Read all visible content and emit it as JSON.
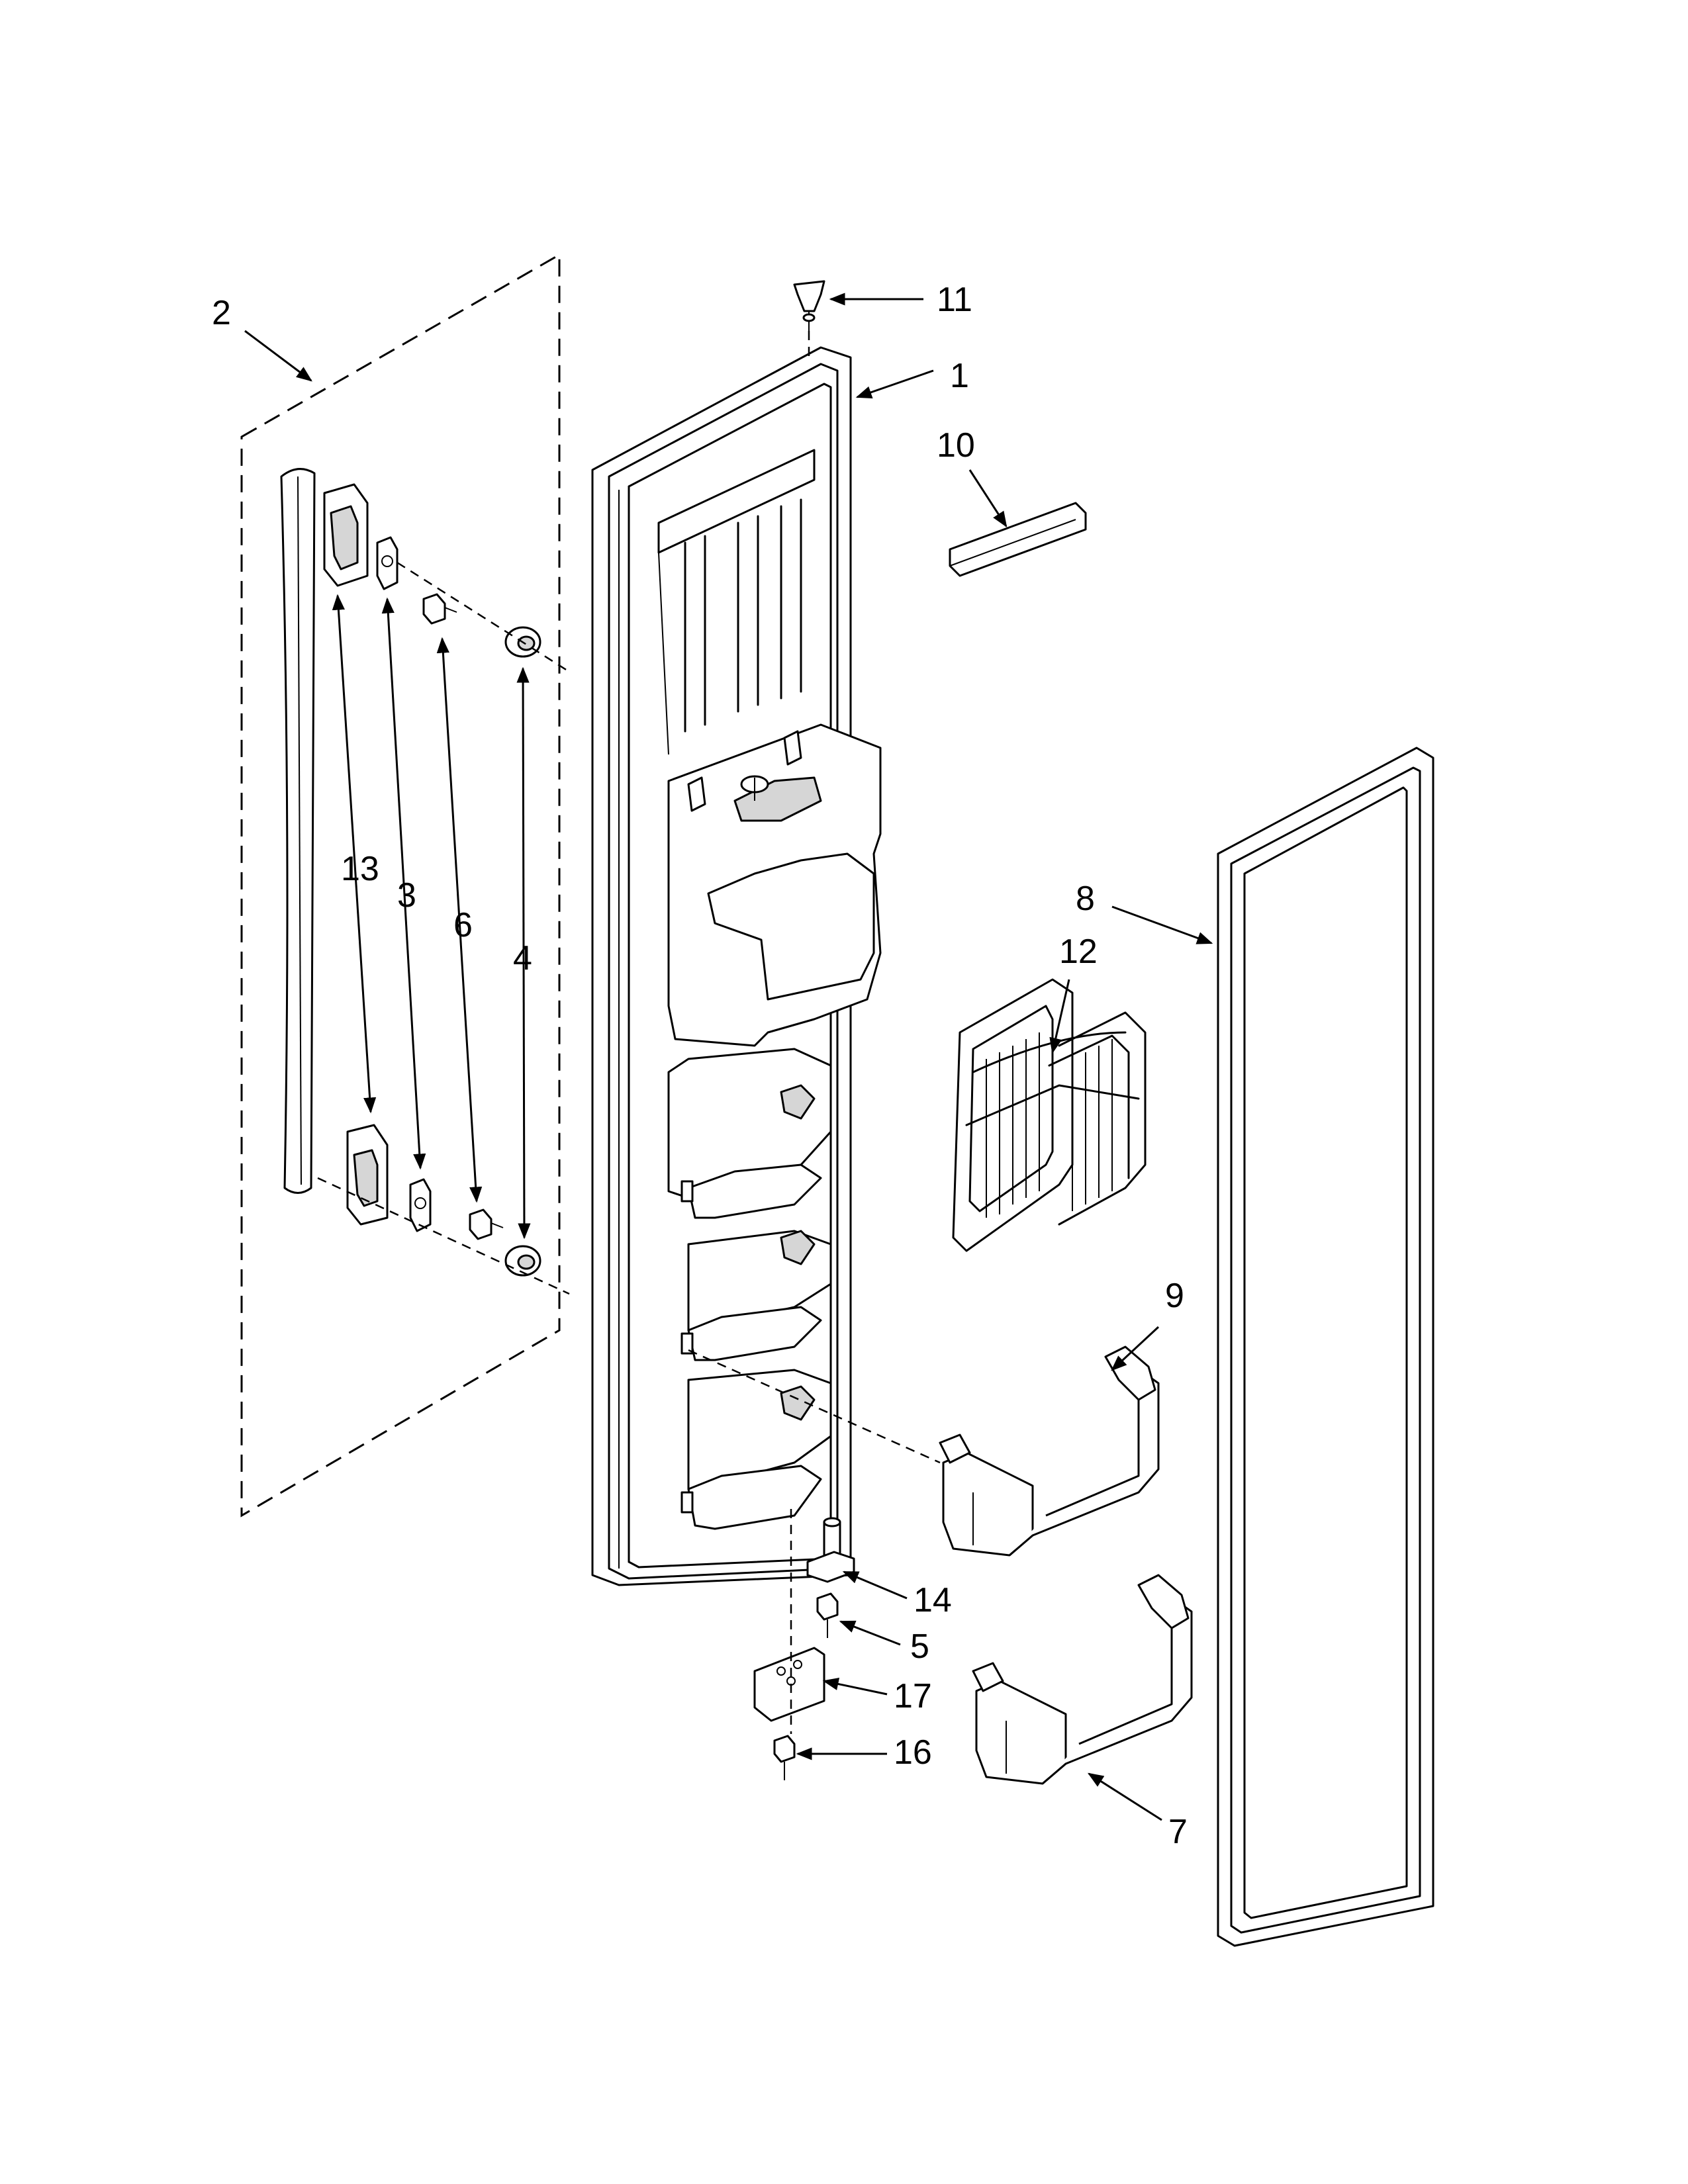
{
  "diagram": {
    "callouts": [
      {
        "id": "c1",
        "label": "1"
      },
      {
        "id": "c2",
        "label": "2"
      },
      {
        "id": "c3",
        "label": "3"
      },
      {
        "id": "c4",
        "label": "4"
      },
      {
        "id": "c5",
        "label": "5"
      },
      {
        "id": "c6",
        "label": "6"
      },
      {
        "id": "c7",
        "label": "7"
      },
      {
        "id": "c8",
        "label": "8"
      },
      {
        "id": "c9",
        "label": "9"
      },
      {
        "id": "c10",
        "label": "10"
      },
      {
        "id": "c11",
        "label": "11"
      },
      {
        "id": "c12",
        "label": "12"
      },
      {
        "id": "c13",
        "label": "13"
      },
      {
        "id": "c14",
        "label": "14"
      },
      {
        "id": "c16",
        "label": "16"
      },
      {
        "id": "c17",
        "label": "17"
      }
    ]
  }
}
